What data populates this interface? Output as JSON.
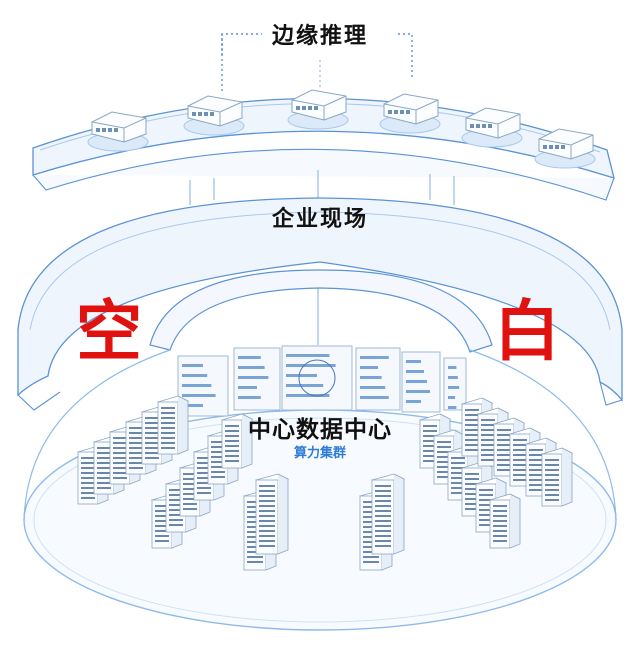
{
  "labels": {
    "edge": "边缘推理",
    "site": "企业现场",
    "left_char": "空",
    "right_char": "白",
    "datacenter": "中心数据中心",
    "compute": "算力集群"
  },
  "colors": {
    "line": "#5b93d6",
    "line_light": "#a9c8ee",
    "fill": "#eef5fd",
    "accent_red": "#e0120f",
    "accent_blue": "#2f7bd8"
  },
  "icons": [
    "edge-box-icon",
    "server-rack-icon",
    "dashboard-screen-icon"
  ]
}
